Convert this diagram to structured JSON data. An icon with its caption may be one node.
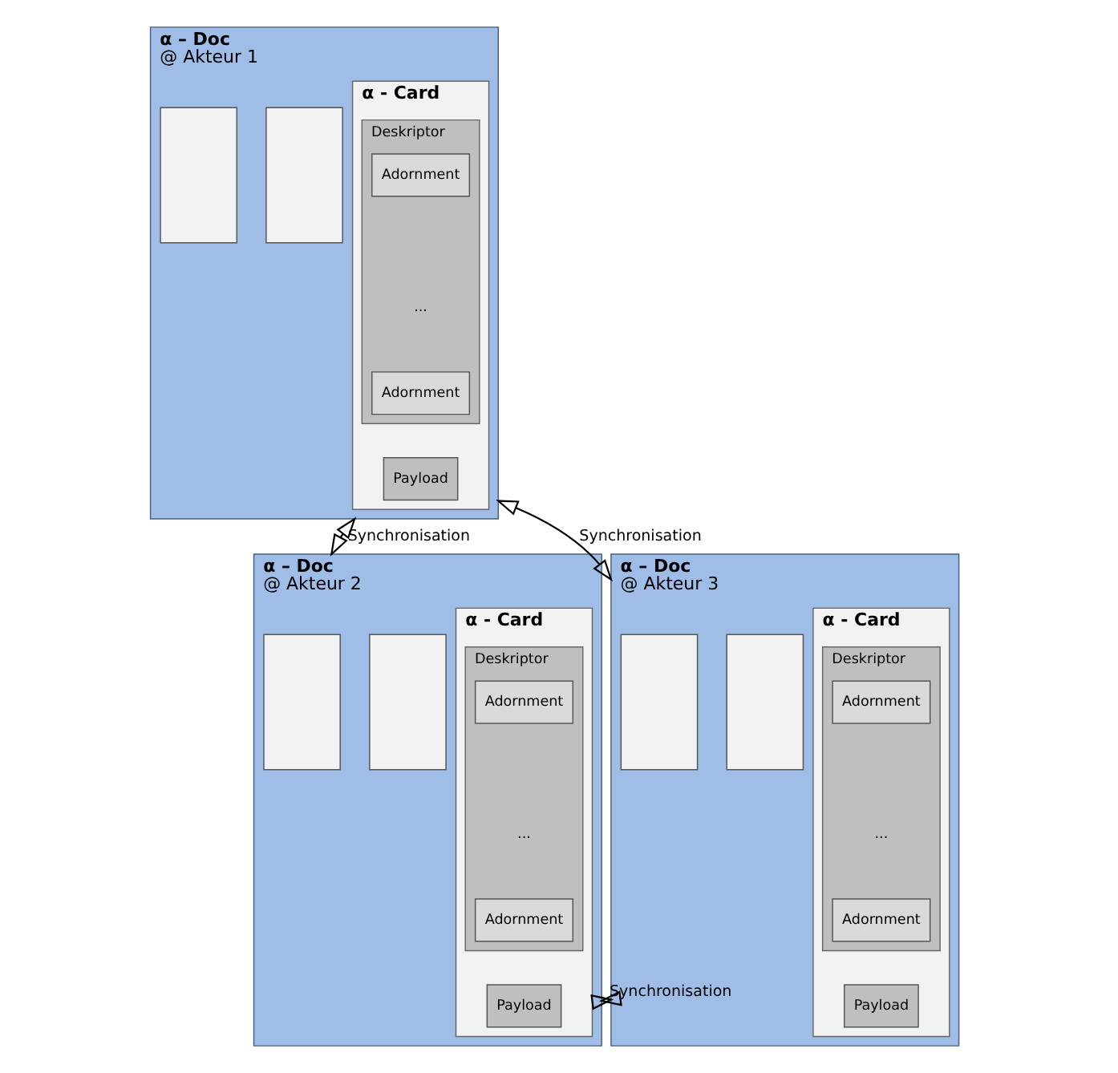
{
  "diagram": {
    "nodes": [
      {
        "text": [
          "α – Doc",
          "@ Akteur 1"
        ]
      },
      {
        "text": [],
        "shape": "box",
        "in": 0
      },
      {
        "text": [],
        "shape": "box",
        "in": 0
      },
      {
        "text": [
          "α - Card"
        ],
        "in": 0
      },
      {
        "text": [
          "Deskriptor"
        ],
        "in": 3
      },
      {
        "text": [
          "Adornment"
        ],
        "in": 4
      },
      {
        "text": [
          "Adornment"
        ],
        "in": 4
      },
      {
        "text": [
          "Payload"
        ],
        "in": 3
      },
      {
        "text": [
          "α – Doc",
          "@ Akteur 2"
        ]
      },
      {
        "text": [],
        "shape": "box",
        "in": 8
      },
      {
        "text": [],
        "shape": "box",
        "in": 8
      },
      {
        "text": [
          "α - Card"
        ],
        "in": 8
      },
      {
        "text": [
          "Deskriptor"
        ],
        "in": 11
      },
      {
        "text": [
          "Adornment"
        ],
        "in": 12
      },
      {
        "text": [
          "Adornment"
        ],
        "in": 12
      },
      {
        "text": [
          "Payload"
        ],
        "in": 11
      },
      {
        "text": [
          "α – Doc",
          "@ Akteur 3"
        ]
      },
      {
        "text": [],
        "shape": "box",
        "in": 16
      },
      {
        "text": [],
        "shape": "box",
        "in": 16
      },
      {
        "text": [
          "α - Card"
        ],
        "in": 16
      },
      {
        "text": [
          "Deskriptor"
        ],
        "in": 19
      },
      {
        "text": [
          "Adornment"
        ],
        "in": 20
      },
      {
        "text": [
          "Adornment"
        ],
        "in": 20
      },
      {
        "text": [
          "Payload"
        ],
        "in": 19
      }
    ],
    "edges": [
      {
        "from": 0,
        "to": 8,
        "arrow": "both",
        "label": "Synchronisation"
      },
      {
        "from": 0,
        "to": 16,
        "arrow": "both",
        "label": "Synchronisation"
      },
      {
        "from": 8,
        "to": 16,
        "arrow": "both",
        "label": "Synchronisation"
      }
    ],
    "labels": [
      "...",
      "...",
      "..."
    ]
  }
}
